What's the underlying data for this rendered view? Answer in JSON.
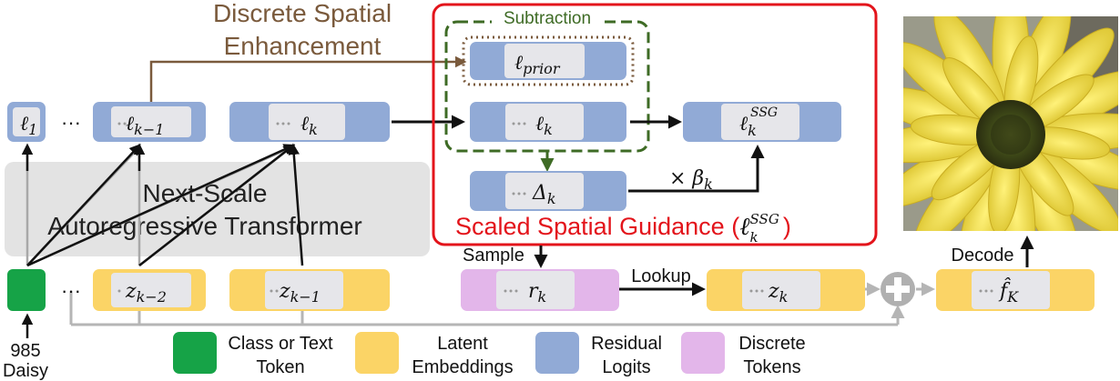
{
  "colors": {
    "blue": "#91aad6",
    "yellow": "#fbd466",
    "green": "#16a347",
    "pink": "#e3b6ea",
    "light": "#e6e6ea",
    "red": "#e3141b",
    "dark_green": "#3e6b25",
    "brown": "#7a5a3c",
    "grey_box": "#e3e3e3",
    "grey_line": "#b5b5b5"
  },
  "labels": {
    "discrete_line1": "Discrete Spatial",
    "discrete_line2": "Enhancement",
    "subtraction": "Subtraction",
    "transformer_line1": "Next-Scale",
    "transformer_line2": "Autoregressive Transformer",
    "ssg_text": "Scaled Spatial Guidance (",
    "ssg_sup": "SSG",
    "ssg_sub": "k",
    "ssg_close": ")",
    "beta_times": "× β",
    "beta_sub": "k",
    "sample": "Sample",
    "lookup": "Lookup",
    "decode": "Decode",
    "class_id": "985",
    "class_name": "Daisy",
    "ellipsis": "···"
  },
  "tokens": {
    "l1": {
      "base": "ℓ",
      "sub": "1"
    },
    "lk1": {
      "base": "ℓ",
      "sub": "k−1"
    },
    "lk": {
      "base": "ℓ",
      "sub": "k"
    },
    "lprior": {
      "base": "ℓ",
      "sub": "prior"
    },
    "lk_inner": {
      "base": "ℓ",
      "sub": "k"
    },
    "lssg": {
      "base": "ℓ",
      "sub": "k",
      "sup": "SSG"
    },
    "delta": {
      "base": "Δ",
      "sub": "k"
    },
    "zk2": {
      "base": "z",
      "sub": "k−2"
    },
    "zk1": {
      "base": "z",
      "sub": "k−1"
    },
    "rk": {
      "base": "r",
      "sub": "k"
    },
    "zk": {
      "base": "z",
      "sub": "k"
    },
    "fK": {
      "base": "f̂",
      "sub": "K"
    }
  },
  "legend": [
    {
      "line1": "Class or Text",
      "line2": "Token",
      "color": "#16a347"
    },
    {
      "line1": "Latent",
      "line2": "Embeddings",
      "color": "#fbd466"
    },
    {
      "line1": "Residual",
      "line2": "Logits",
      "color": "#91aad6"
    },
    {
      "line1": "Discrete",
      "line2": "Tokens",
      "color": "#e3b6ea"
    }
  ],
  "image": {
    "subject": "daisy-flower-photo"
  }
}
